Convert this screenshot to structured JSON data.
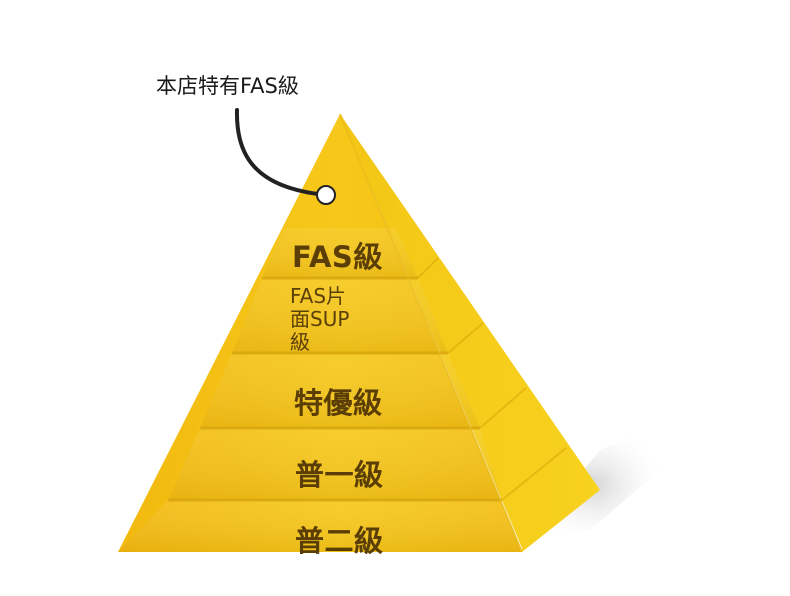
{
  "callout": {
    "text": "本店特有FAS級"
  },
  "tiers": [
    {
      "label": "FAS級"
    },
    {
      "label": "FAS片\n面SUP\n級"
    },
    {
      "label": "特優級"
    },
    {
      "label": "普一級"
    },
    {
      "label": "普二級"
    }
  ],
  "colors": {
    "front_face": "#F5C518",
    "front_face_light": "#F8D21E",
    "side_face": "#F1C40F",
    "edge_shadow": "#D6A30E",
    "label_text": "#5A3E06",
    "shadow": "#CFCFCF",
    "callout_line": "#222222"
  }
}
